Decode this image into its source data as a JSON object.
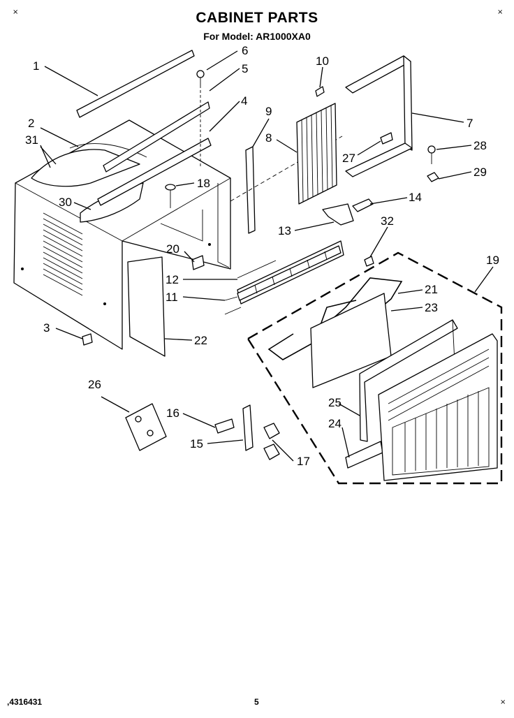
{
  "header": {
    "title": "CABINET PARTS",
    "subtitle": "For Model: AR1000XA0"
  },
  "footer": {
    "part_number": ",4316431",
    "page": "5"
  },
  "callouts": [
    "1",
    "2",
    "3",
    "4",
    "5",
    "6",
    "7",
    "8",
    "9",
    "10",
    "11",
    "12",
    "13",
    "14",
    "15",
    "16",
    "17",
    "18",
    "19",
    "20",
    "21",
    "22",
    "23",
    "24",
    "25",
    "26",
    "27",
    "28",
    "29",
    "30",
    "31",
    "32"
  ]
}
